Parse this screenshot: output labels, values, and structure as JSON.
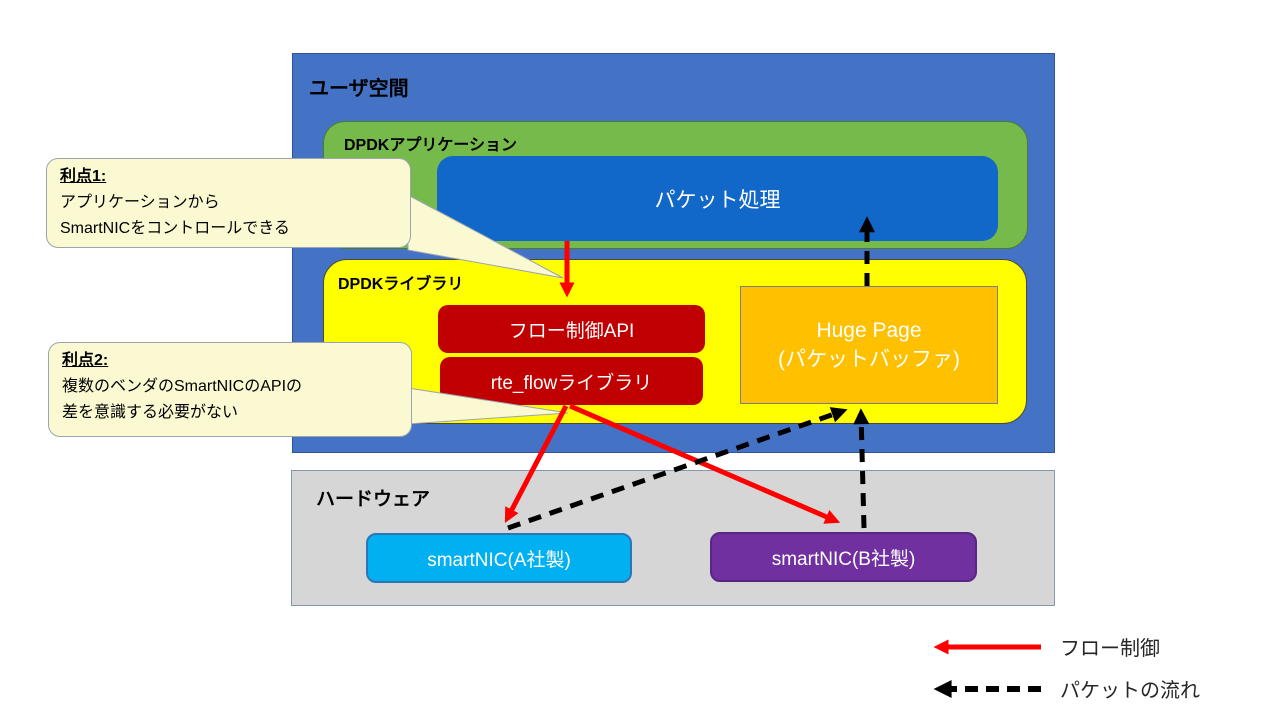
{
  "colors": {
    "user_space_fill": "#4472C4",
    "dpdk_app_fill": "#76BA4C",
    "packet_processing_fill": "#1268C8",
    "dpdk_lib_fill": "#FFFF00",
    "api_box_fill": "#C00000",
    "huge_page_fill": "#FFC000",
    "hardware_fill": "#D6D6D6",
    "smartnic_a_fill": "#00B0F0",
    "smartnic_b_fill": "#7030A0",
    "callout_fill": "#FAF9D2",
    "flow_arrow": "#FF0000",
    "packet_arrow": "#000000"
  },
  "boxes": {
    "user_space": "ユーザ空間",
    "dpdk_app": "DPDKアプリケーション",
    "packet_processing": "パケット処理",
    "dpdk_lib": "DPDKライブラリ",
    "flow_control_api": "フロー制御API",
    "rte_flow": "rte_flowライブラリ",
    "huge_page_line1": "Huge Page",
    "huge_page_line2": "(パケットバッファ)",
    "hardware": "ハードウェア",
    "smartnic_a": "smartNIC(A社製)",
    "smartnic_b": "smartNIC(B社製)"
  },
  "callouts": [
    {
      "title": "利点1:",
      "lines": [
        "アプリケーションから",
        "SmartNICをコントロールできる"
      ]
    },
    {
      "title": "利点2:",
      "lines": [
        "複数のベンダのSmartNICのAPIの",
        "差を意識する必要がない"
      ]
    }
  ],
  "legend": [
    {
      "label": "フロー制御",
      "arrow_style": "solid-red"
    },
    {
      "label": "パケットの流れ",
      "arrow_style": "dashed-black"
    }
  ]
}
